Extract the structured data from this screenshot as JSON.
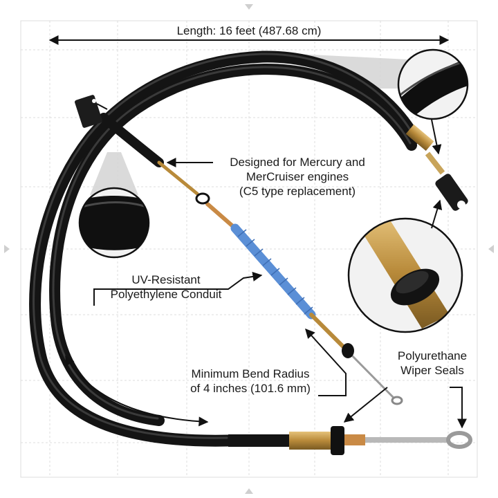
{
  "length_label": "Length: 16 feet (487.68 cm)",
  "design_label": {
    "line1": "Designed for Mercury and",
    "line2": "MerCruiser engines",
    "line3": "(C5 type replacement)"
  },
  "conduit_label": {
    "line1": "UV-Resistant",
    "line2": "Polyethylene Conduit"
  },
  "bend_label": {
    "line1": "Minimum Bend Radius",
    "line2": "of 4 inches (101.6 mm)"
  },
  "seal_label": {
    "line1": "Polyurethane",
    "line2": "Wiper Seals"
  },
  "colors": {
    "cable": "#141414",
    "brass": "#b88a3a",
    "blue_sleeve": "#5b8fd6",
    "grid": "#d9d9d9"
  }
}
